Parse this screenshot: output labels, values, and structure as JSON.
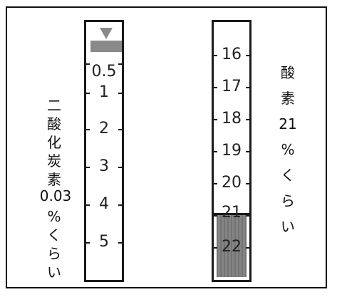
{
  "co2": {
    "label_chars": [
      "二",
      "酸",
      "化",
      "炭",
      "素"
    ],
    "value": "0.03",
    "unit_chars": [
      "%",
      "く",
      "ら",
      "い"
    ],
    "ticks": [
      "0.5",
      "1",
      "2",
      "3",
      "4",
      "5"
    ]
  },
  "o2": {
    "label_chars": [
      "酸",
      "素"
    ],
    "value": "21",
    "unit_chars": [
      "%",
      "く",
      "ら",
      "い"
    ],
    "ticks": [
      "16",
      "17",
      "18",
      "19",
      "20",
      "21",
      "22"
    ],
    "filled_from_tick": "21"
  }
}
